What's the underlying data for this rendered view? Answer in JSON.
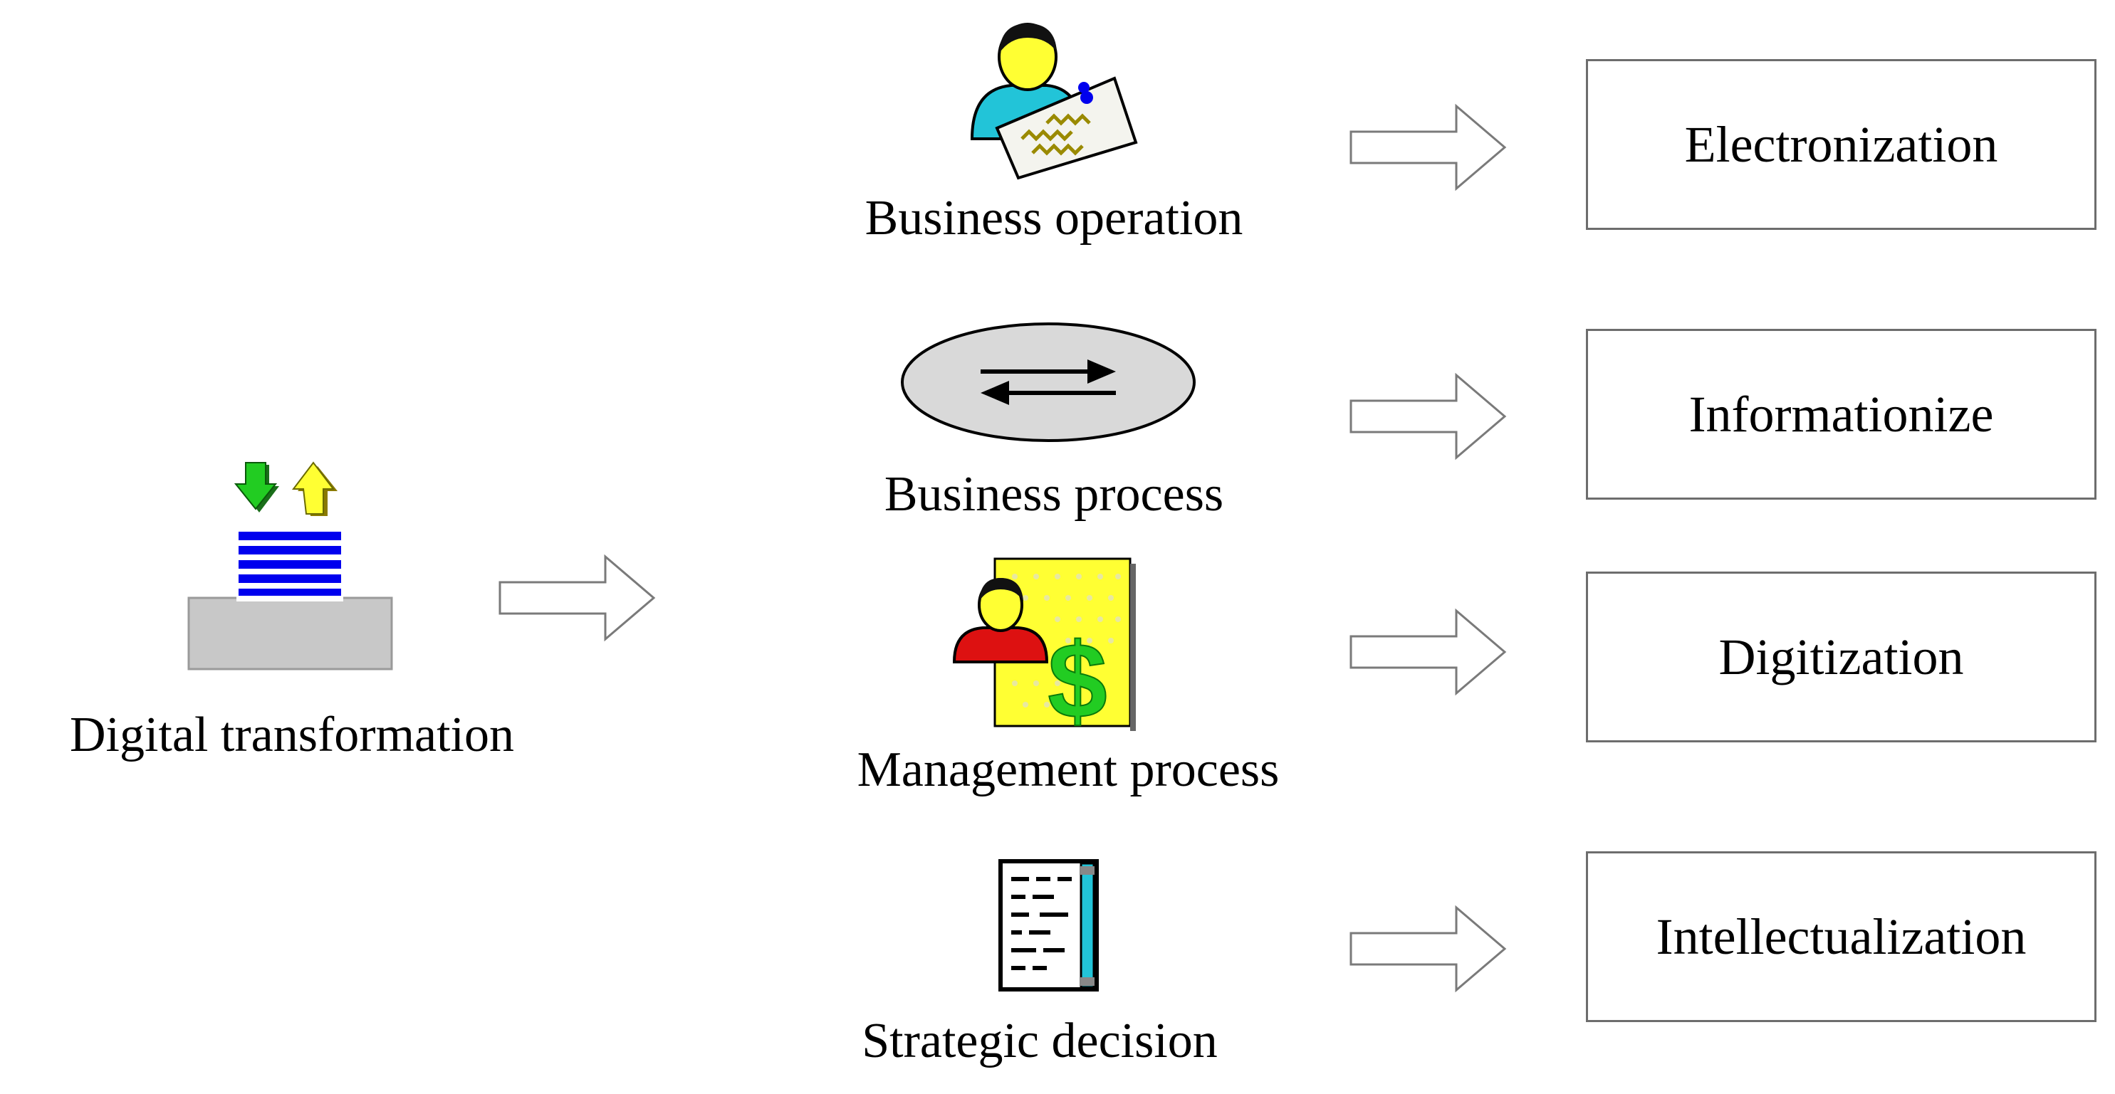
{
  "source": {
    "label": "Digital transformation",
    "icon": "digital-transformation-icon"
  },
  "rows": [
    {
      "label": "Business operation",
      "icon": "person-with-document-icon",
      "result": "Electronization"
    },
    {
      "label": "Business process",
      "icon": "exchange-arrows-ellipse-icon",
      "result": "Informationize"
    },
    {
      "label": "Management process",
      "icon": "person-money-document-icon",
      "result": "Digitization"
    },
    {
      "label": "Strategic decision",
      "icon": "report-document-icon",
      "result": "Intellectualization"
    }
  ],
  "colors": {
    "border": "#6d6d6d",
    "arrow_outline": "#7a7a7a",
    "green": "#22cc22",
    "yellow": "#ffff33",
    "blue": "#0000ee",
    "cyan": "#22c4d8",
    "red": "#dd1111",
    "gray": "#c8c8c8"
  }
}
